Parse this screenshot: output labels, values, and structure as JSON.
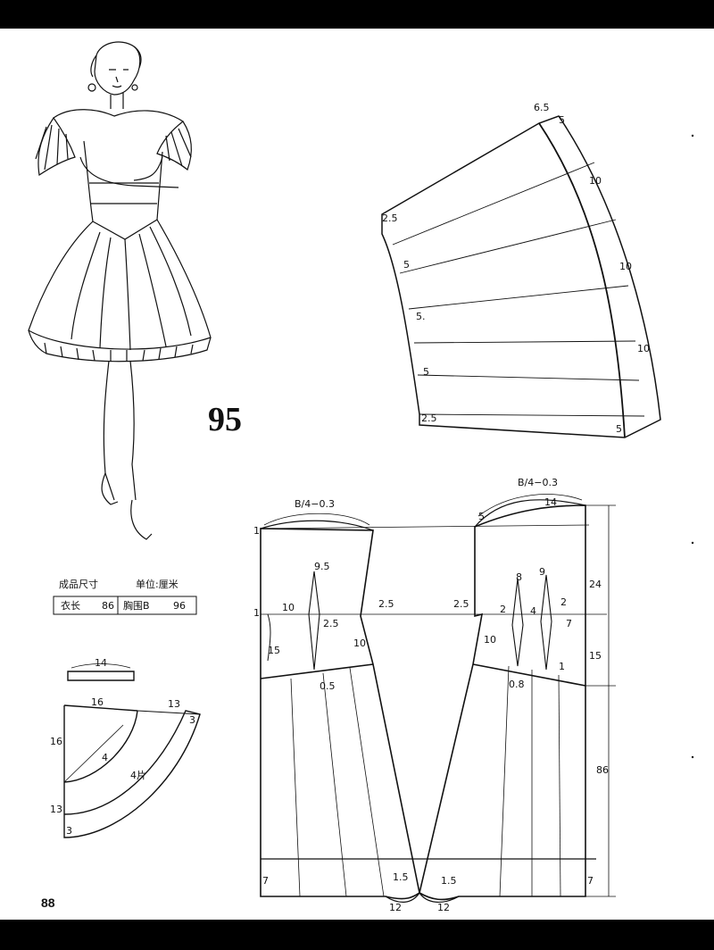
{
  "pattern_number": "95",
  "page_number": "88",
  "size_table": {
    "title": "成品尺寸",
    "unit": "单位:厘米",
    "length_label": "衣长",
    "length_value": "86",
    "bust_label": "胸围B",
    "bust_value": "96"
  },
  "waistband": {
    "length": "14"
  },
  "ruffle": {
    "side": "16",
    "top": "16",
    "right": "13",
    "width_r": "3",
    "left_low": "13",
    "width_l": "3",
    "pieces": "4片",
    "diag": "4"
  },
  "sleeve_fan": {
    "top_a": "6.5",
    "top_b": "5",
    "left_top": "2.5",
    "left_bottom": "2.5",
    "left_marks": [
      "5",
      "5.",
      "5"
    ],
    "right_marks": [
      "10",
      "10",
      "10"
    ],
    "bottom_right": "5"
  },
  "bodice": {
    "back_formula": "B/4−0.3",
    "front_formula": "B/4−0.3",
    "back_top_left": "1",
    "back_side_left": "1",
    "back_dart_top": "9.5",
    "back_mark_10": "10",
    "back_dart_width": "2.5",
    "back_side_25": "2.5",
    "back_side_10": "10",
    "back_15": "15",
    "back_05": "0.5",
    "front_shoulder_5": "5",
    "front_14": "14",
    "front_25": "2.5",
    "front_dart1": "8",
    "front_dart2": "9",
    "front_2a": "2",
    "front_4": "4",
    "front_2b": "2",
    "front_7": "7",
    "front_side_10": "10",
    "front_1": "1",
    "front_08": "0.8",
    "dim_24": "24",
    "dim_15": "15",
    "dim_86": "86",
    "hem_7_left": "7",
    "hem_7_right": "7",
    "hem_15a": "1.5",
    "hem_15b": "1.5",
    "hem_12a": "12",
    "hem_12b": "12"
  }
}
